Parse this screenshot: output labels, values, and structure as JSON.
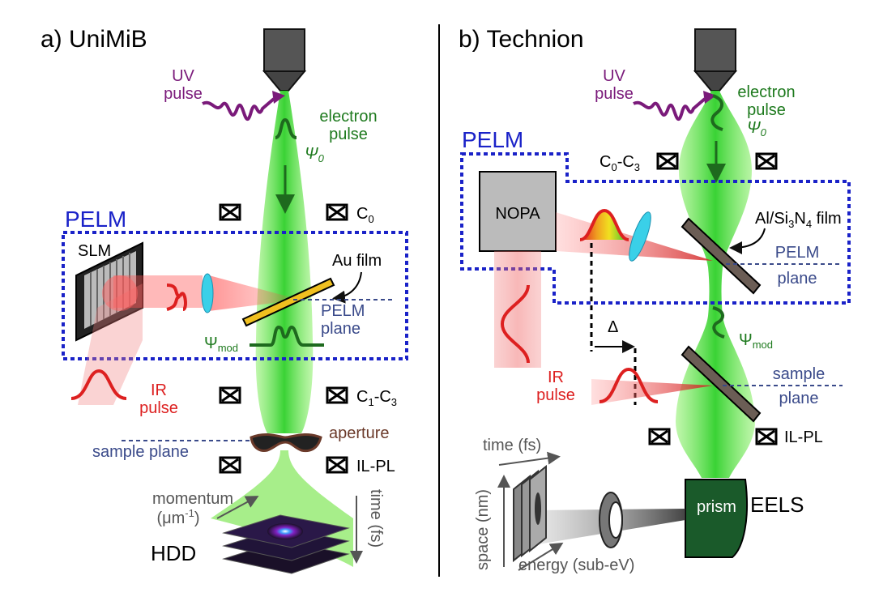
{
  "panel_a": {
    "title": "a)  UniMiB",
    "uv": [
      "UV",
      "pulse"
    ],
    "electron": [
      "electron",
      "pulse"
    ],
    "psi0": "Ψ",
    "psi0_sub": "0",
    "c0": "C",
    "c0_sub": "0",
    "pelm": "PELM",
    "slm": "SLM",
    "au_film": "Au film",
    "pelm_plane": [
      "PELM",
      "plane"
    ],
    "psi_mod": "Ψ",
    "psi_mod_sub": "mod",
    "ir": [
      "IR",
      "pulse"
    ],
    "c1c3": [
      "C",
      "1",
      "-C",
      "3"
    ],
    "aperture": "aperture",
    "sample_plane": "sample plane",
    "ilpl": "IL-PL",
    "momentum": [
      "momentum",
      "(μm",
      "-1",
      ")"
    ],
    "time": "time (fs)",
    "hdd": "HDD"
  },
  "panel_b": {
    "title": "b)  Technion",
    "uv": [
      "UV",
      "pulse"
    ],
    "electron": [
      "electron",
      "pulse"
    ],
    "psi0": "Ψ",
    "psi0_sub": "0",
    "pelm": "PELM",
    "c0c3": [
      "C",
      "0",
      "-C",
      "3"
    ],
    "nopa": "NOPA",
    "film": [
      "Al/Si",
      "3",
      "N",
      "4",
      " film"
    ],
    "pelm_plane": [
      "PELM",
      "plane"
    ],
    "psi_mod": "Ψ",
    "psi_mod_sub": "mod",
    "delta": "Δ",
    "ir": [
      "IR",
      "pulse"
    ],
    "sample_plane": [
      "sample",
      "plane"
    ],
    "ilpl": "IL-PL",
    "time": "time (fs)",
    "space": "space (nm)",
    "energy": "energy (sub-eV)",
    "prism": "prism",
    "eels": "EELS"
  },
  "colors": {
    "beam": "#5fe02a",
    "uv": "#7a1a7a",
    "electron": "#1e7a1e",
    "pelm": "#1a22c8",
    "ir": "#dd2020",
    "plane": "#3a4a8a",
    "aperture": "#6b3a2a"
  }
}
